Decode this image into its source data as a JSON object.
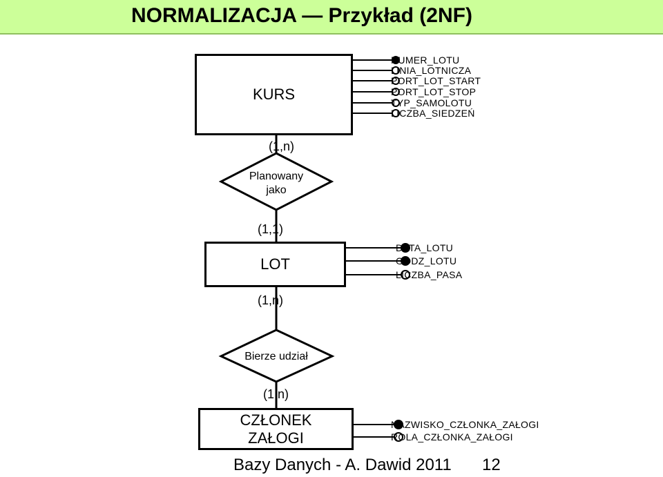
{
  "slide": {
    "title": "NORMALIZACJA  —  Przykład (2NF)",
    "footer": "Bazy Danych - A. Dawid 2011",
    "page_number": "12"
  },
  "entities": {
    "kurs": {
      "name": "KURS",
      "attributes": [
        {
          "label": "NUMER_LOTU",
          "key": true
        },
        {
          "label": "LINIA_LOTNICZA",
          "key": false
        },
        {
          "label": "PORT_LOT_START",
          "key": false
        },
        {
          "label": "PORT_LOT_STOP",
          "key": false
        },
        {
          "label": "TYP_SAMOLOTU",
          "key": false
        },
        {
          "label": "LICZBA_SIEDZEŃ",
          "key": false
        }
      ]
    },
    "lot": {
      "name": "LOT",
      "attributes": [
        {
          "label": "DATA_LOTU",
          "key": true
        },
        {
          "label": "GODZ_LOTU",
          "key": true
        },
        {
          "label": "LICZBA_PASA",
          "key": false
        }
      ]
    },
    "czlonek": {
      "name_line1": "CZŁONEK",
      "name_line2": "ZAŁOGI",
      "attributes": [
        {
          "label": "NAZWISKO_CZŁONKA_ZAŁOGI",
          "key": true
        },
        {
          "label": "ROLA_CZŁONKA_ZAŁOGI",
          "key": false
        }
      ]
    }
  },
  "relationships": {
    "planowany": {
      "line1": "Planowany",
      "line2": "jako"
    },
    "bierze": {
      "label": "Bierze udział"
    }
  },
  "cardinalities": {
    "kurs_planowany": "(1,n)",
    "lot_planowany": "(1,1)",
    "lot_bierze": "(1,n)",
    "czlonek_bierze": "(1,n)"
  },
  "colors": {
    "title_bar": "#ccff99",
    "lines": "#000000"
  }
}
